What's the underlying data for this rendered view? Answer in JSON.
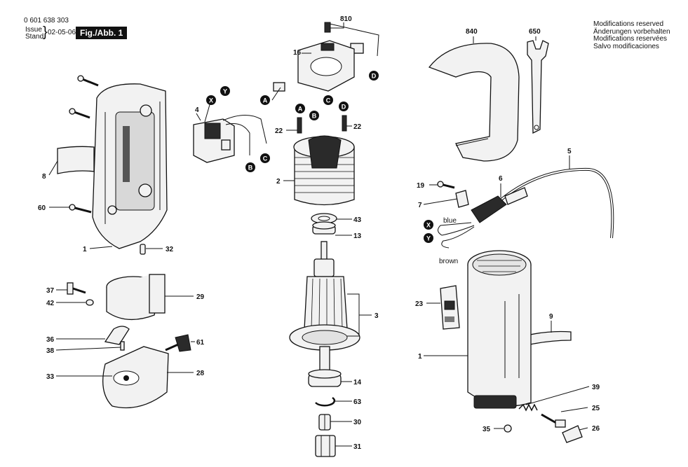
{
  "header": {
    "drawing_number": "0 601 638 303",
    "issue_label": "Issue",
    "stand_label": "Stand",
    "date": "02-05-06",
    "figure_label": "Fig./Abb. 1"
  },
  "modifications": [
    "Modifications reserved",
    "Änderungen vorbehalten",
    "Modifications reservées",
    "Salvo modificaciones"
  ],
  "part_numbers": {
    "p810": "810",
    "p16": "16",
    "p4": "4",
    "p22a": "22",
    "p22b": "22",
    "p2": "2",
    "p43": "43",
    "p13": "13",
    "p3": "3",
    "p14": "14",
    "p63": "63",
    "p30": "30",
    "p31": "31",
    "p8": "8",
    "p60": "60",
    "p1a": "1",
    "p32": "32",
    "p37": "37",
    "p42": "42",
    "p29": "29",
    "p36": "36",
    "p38": "38",
    "p61": "61",
    "p33": "33",
    "p28": "28",
    "p840": "840",
    "p650": "650",
    "p5": "5",
    "p19": "19",
    "p6": "6",
    "p7": "7",
    "p23": "23",
    "p9": "9",
    "p1b": "1",
    "p39": "39",
    "p25": "25",
    "p35": "35",
    "p26": "26"
  },
  "connectors": {
    "A": "A",
    "B": "B",
    "C": "C",
    "D": "D",
    "X": "X",
    "Y": "Y"
  },
  "wire_labels": {
    "blue": "blue",
    "brown": "brown"
  }
}
